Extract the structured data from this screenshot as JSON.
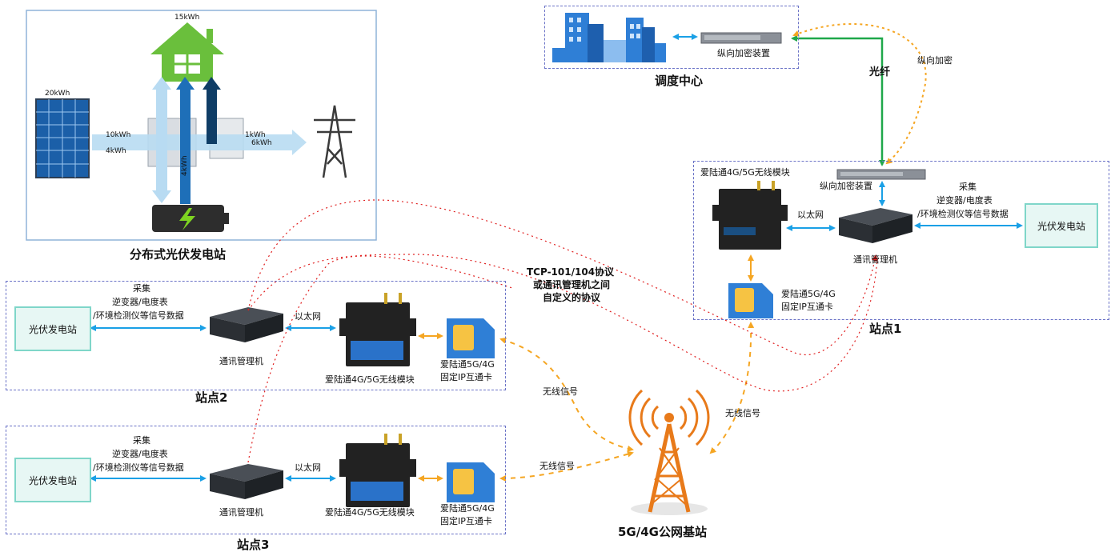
{
  "solar_panel": {
    "labels": {
      "house": "15kWh",
      "panel": "20kWh",
      "flow_10": "10kWh",
      "flow_4": "4kWh",
      "flow_1": "1kWh",
      "flow_6": "6kWh",
      "flow_v4": "4kWh"
    },
    "title": "分布式光伏发电站"
  },
  "dispatch_center": {
    "title": "调度中心",
    "encryptor_label": "纵向加密装置"
  },
  "links": {
    "fiber": "光纤",
    "vertical_encrypt": "纵向加密",
    "protocol_lines": [
      "TCP-101/104协议",
      "或通讯管理机之间",
      "自定义的协议"
    ],
    "wireless": "无线信号"
  },
  "station1": {
    "title": "站点1",
    "module": "爱陆通4G/5G无线模块",
    "encryptor": "纵向加密装置",
    "ethernet": "以太网",
    "manager": "通讯管理机",
    "sim_lines": [
      "爱陆通5G/4G",
      "固定IP互通卡"
    ],
    "collect_lines": [
      "采集",
      "逆变器/电度表",
      "/环境检测仪等信号数据"
    ],
    "pv": "光伏发电站"
  },
  "station2": {
    "title": "站点2",
    "pv": "光伏发电站",
    "collect_lines": [
      "采集",
      "逆变器/电度表",
      "/环境检测仪等信号数据"
    ],
    "manager": "通讯管理机",
    "ethernet": "以太网",
    "module": "爱陆通4G/5G无线模块",
    "sim_lines": [
      "爱陆通5G/4G",
      "固定IP互通卡"
    ]
  },
  "station3": {
    "title": "站点3",
    "pv": "光伏发电站",
    "collect_lines": [
      "采集",
      "逆变器/电度表",
      "/环境检测仪等信号数据"
    ],
    "manager": "通讯管理机",
    "ethernet": "以太网",
    "module": "爱陆通4G/5G无线模块",
    "sim_lines": [
      "爱陆通5G/4G",
      "固定IP互通卡"
    ]
  },
  "base_station": {
    "title": "5G/4G公网基站"
  },
  "colors": {
    "arrow_blue": "#1aa0e6",
    "arrow_orange": "#f5a623",
    "fiber_green": "#1fa84a",
    "dash_red": "#e02020",
    "box_dash": "#6b73c7",
    "pv_fill": "#e7f7f4",
    "house_green": "#6abf3c"
  }
}
